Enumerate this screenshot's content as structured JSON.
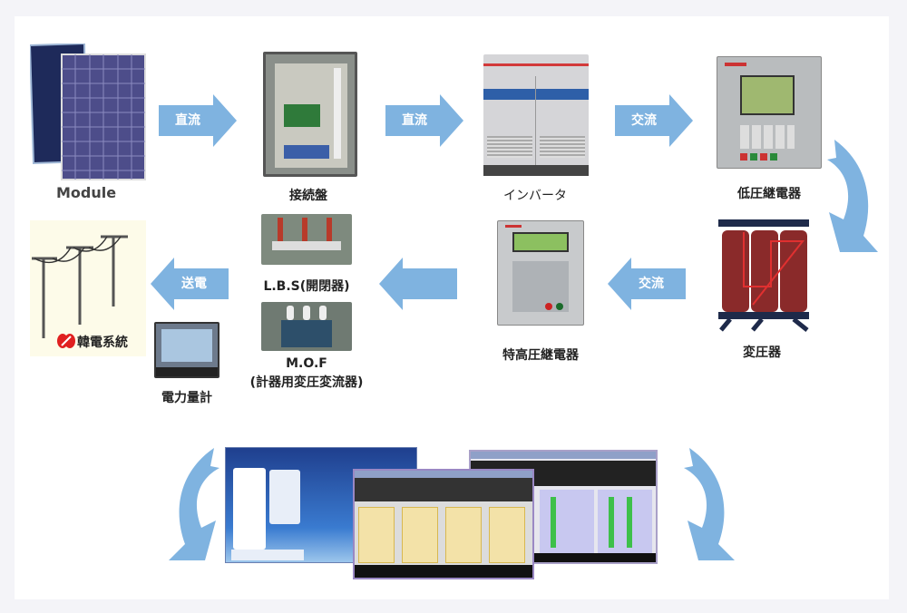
{
  "colors": {
    "arrow": "#7fb3e0",
    "background": "#f4f4f8",
    "panel": "#ffffff"
  },
  "nodes": {
    "module": "Module",
    "junction_box": "接続盤",
    "inverter": "インバータ",
    "low_voltage_relay": "低圧継電器",
    "transformer": "変圧器",
    "extra_high_voltage_relay": "特高圧継電器",
    "lbs": "L.B.S(開閉器)",
    "mof_line1": "M.O.F",
    "mof_line2": "(計器用変圧変流器)",
    "power_meter": "電力量計",
    "grid": "韓電系統"
  },
  "arrows": {
    "a1": "直流",
    "a2": "直流",
    "a3": "交流",
    "a4": "交流",
    "a5": "送電"
  },
  "monitoring": {
    "screens": [
      "monitoring-web-portal",
      "monitoring-inverter-panel",
      "monitoring-string-panel"
    ]
  }
}
